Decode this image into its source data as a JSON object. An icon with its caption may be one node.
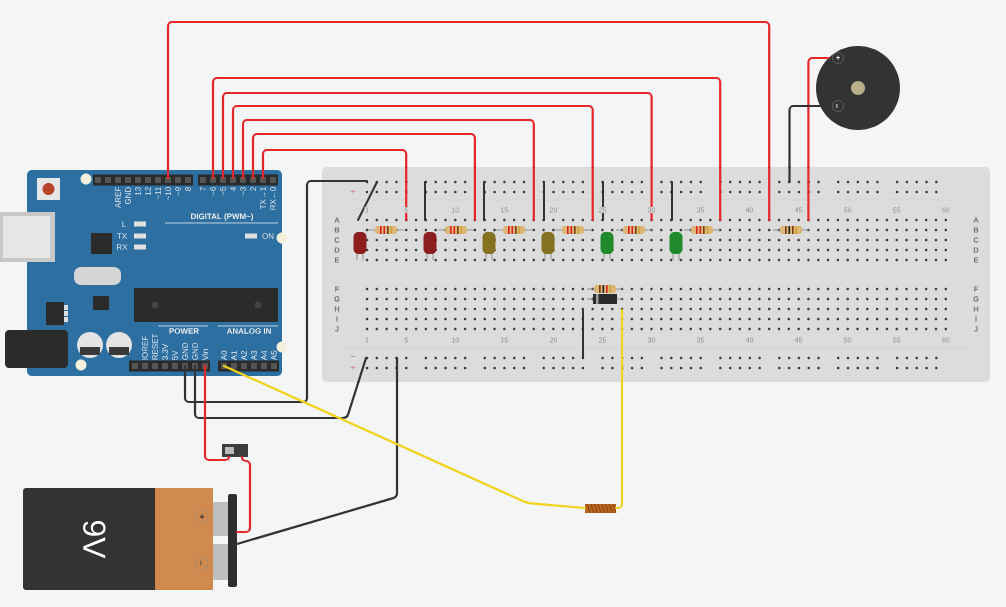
{
  "diagram": {
    "nodes": [
      {
        "text": [],
        "shape": "picture"
      },
      {
        "text": [],
        "shape": "picture"
      },
      {
        "text": [],
        "shape": "circle"
      },
      {
        "text": [
          "9V"
        ]
      },
      {
        "text": [],
        "shape": "picture"
      },
      {
        "text": [],
        "shape": "picture"
      }
    ],
    "edges": [
      {
        "from": 0,
        "to": 1,
        "arrow": "none"
      },
      {
        "from": 0,
        "to": 1,
        "arrow": "none"
      },
      {
        "from": 0,
        "to": 1,
        "arrow": "none"
      },
      {
        "from": 0,
        "to": 1,
        "arrow": "none"
      },
      {
        "from": 0,
        "to": 1,
        "arrow": "none"
      },
      {
        "from": 0,
        "to": 1,
        "arrow": "none"
      },
      {
        "from": 0,
        "to": 1,
        "arrow": "none"
      },
      {
        "from": 2,
        "to": 1,
        "arrow": "none"
      },
      {
        "from": 2,
        "to": 1,
        "arrow": "none",
        "color": "#333333"
      },
      {
        "from": 0,
        "to": 1,
        "arrow": "none",
        "color": "#333333"
      },
      {
        "from": 0,
        "to": 1,
        "arrow": "none",
        "color": "#333333"
      },
      {
        "from": 0,
        "to": 4,
        "arrow": "none"
      },
      {
        "from": 4,
        "to": 3,
        "arrow": "none"
      },
      {
        "from": 3,
        "to": 1,
        "arrow": "none",
        "color": "#333333"
      },
      {
        "from": 0,
        "to": 5,
        "arrow": "none",
        "color": "#f2d21b"
      },
      {
        "from": 5,
        "to": 1,
        "arrow": "none",
        "color": "#f2d21b"
      }
    ],
    "labels": [
      "AREF",
      "GND",
      "13",
      "12",
      "~11",
      "~10",
      "~9",
      "8",
      "7",
      "~6",
      "~5",
      "4",
      "~3",
      "2",
      "TX→1",
      "RX←0",
      "DIGITAL (PWM~)",
      "L",
      "TX",
      "RX",
      "ON",
      "POWER",
      "ANALOG IN",
      "IOREF",
      "RESET",
      "3.3V",
      "5V",
      "GND",
      "GND",
      "Vin",
      "A0",
      "A1",
      "A2",
      "A3",
      "A4",
      "A5",
      "+",
      "1",
      "5",
      "10",
      "15",
      "20",
      "25",
      "30",
      "35",
      "40",
      "45",
      "50",
      "55",
      "60",
      "A",
      "B",
      "C",
      "D",
      "E",
      "F",
      "G",
      "H",
      "I",
      "J",
      "A",
      "B",
      "C",
      "D",
      "E",
      "F",
      "G",
      "H",
      "I",
      "J",
      "1",
      "5",
      "10",
      "15",
      "20",
      "25",
      "30",
      "35",
      "40",
      "45",
      "50",
      "55",
      "60",
      "−",
      "+",
      "+",
      "−",
      "+",
      "−"
    ]
  }
}
